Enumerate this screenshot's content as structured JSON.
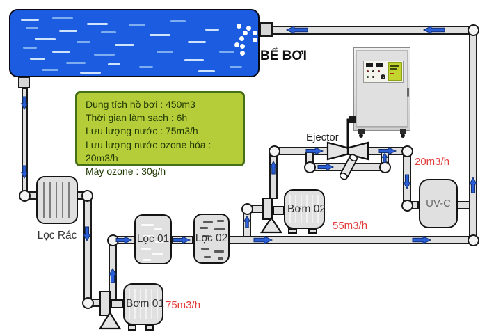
{
  "pool": {
    "label": "BỂ BƠI"
  },
  "info_box": {
    "lines": [
      "Dung tích hồ bơi : 450m3",
      "Thời gian làm sạch : 6h",
      "Lưu lượng nước : 75m3/h",
      "Lưu lượng nước ozone hóa : 20m3/h",
      "Máy ozone : 30g/h"
    ]
  },
  "components": {
    "trash_filter": {
      "label": "Lọc Rác"
    },
    "filter_1": {
      "label": "Lọc 01"
    },
    "filter_2": {
      "label": "Lọc 02"
    },
    "pump_1": {
      "label": "Bơm 01"
    },
    "pump_2": {
      "label": "Bơm 02"
    },
    "uvc": {
      "label": "UV-C"
    },
    "ejector": {
      "label": "Ejector"
    },
    "ozone_machine": {
      "name": "ozone-generator"
    }
  },
  "flow_rates": {
    "pump_1_flow": "75m3/h",
    "main_flow": "55m3/h",
    "ozone_flow": "20m3/h"
  },
  "colors": {
    "pool_blue": "#1b5ce0",
    "arrow_blue": "#2a5fd7",
    "info_bg": "#b6cd3a",
    "info_border": "#467018",
    "flow_label_red": "#e23b3b"
  }
}
